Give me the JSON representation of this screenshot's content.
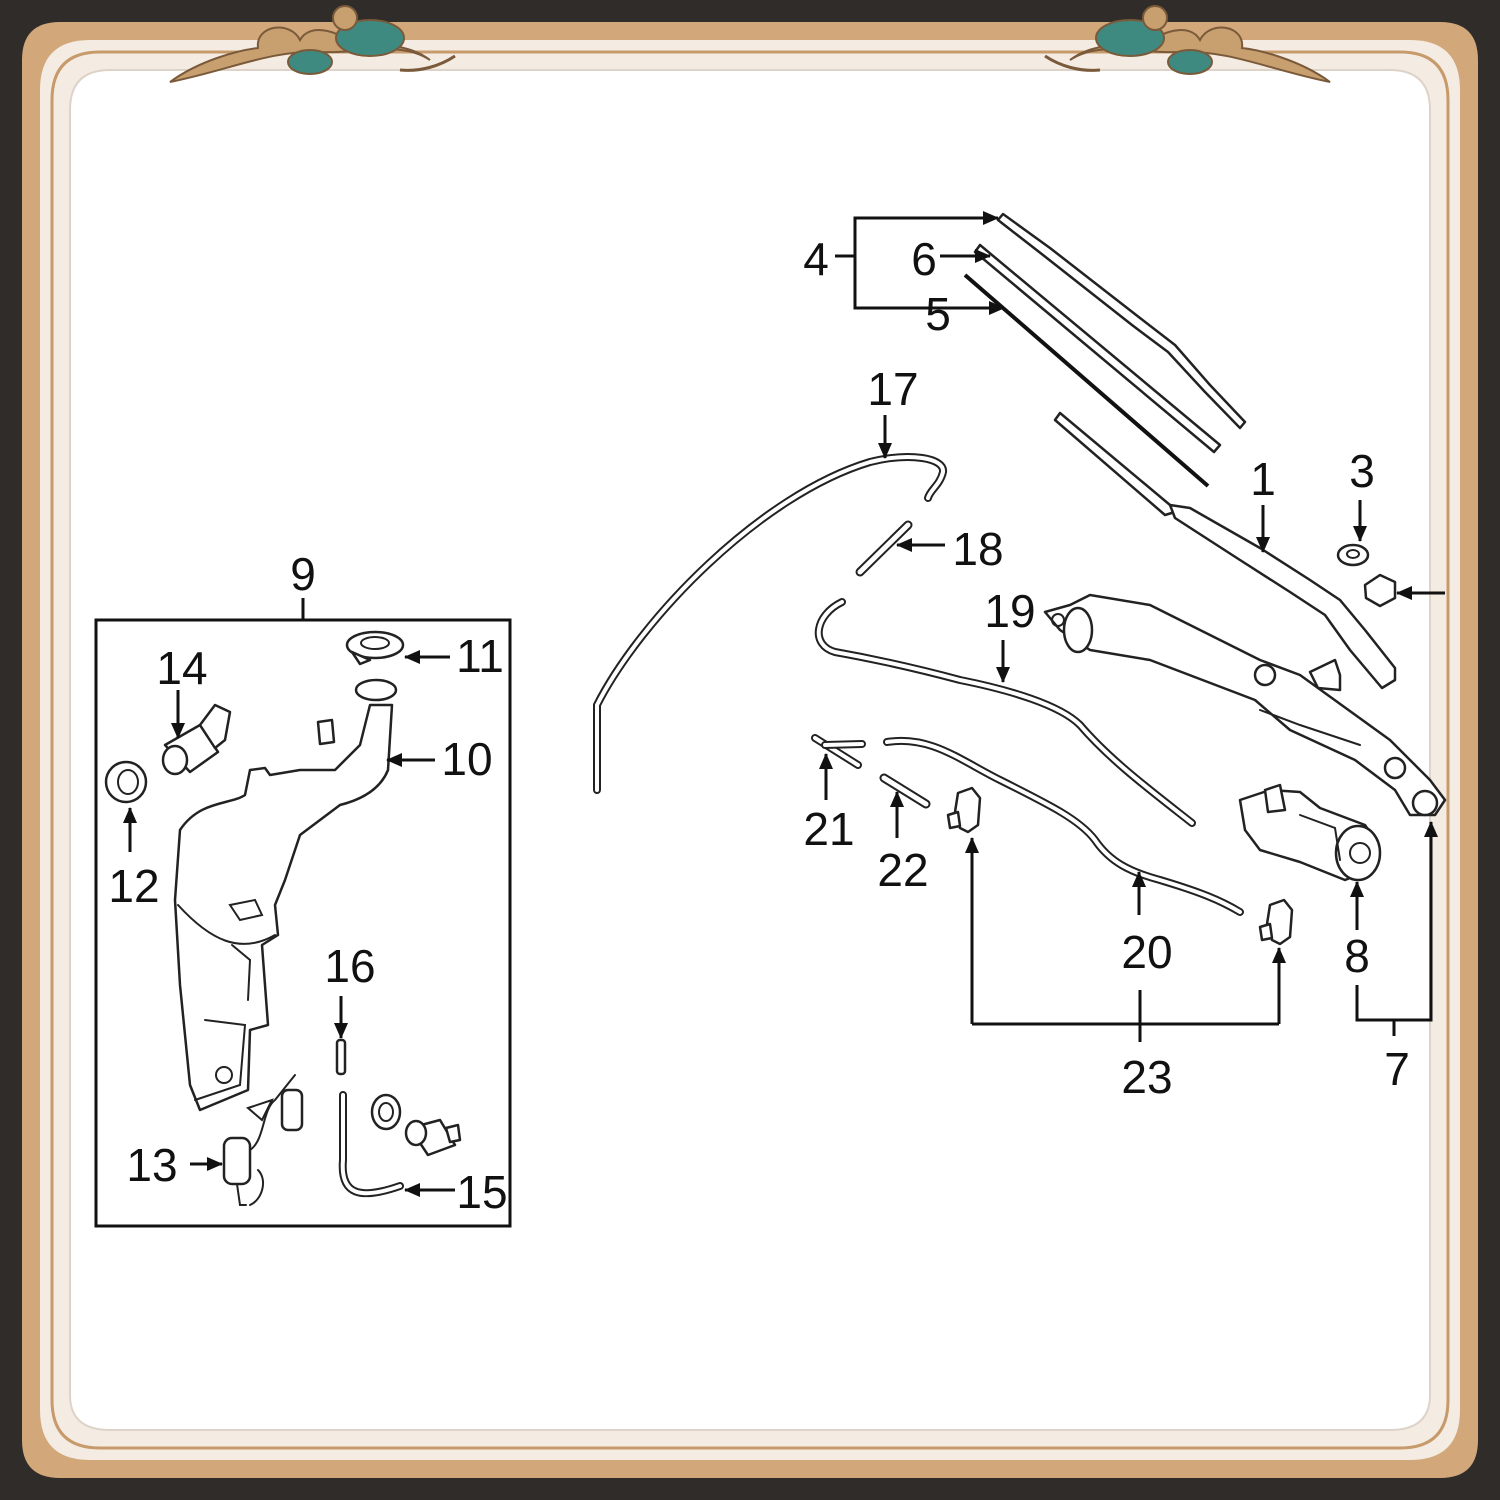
{
  "colors": {
    "frame_dark": "#2f2c2a",
    "frame_gold": "#d2a77a",
    "frame_inner": "#f4ece2",
    "ornament_teal": "#3e8a80",
    "ornament_gold": "#c8a070",
    "panel": "#ffffff",
    "ink": "#111111"
  },
  "callouts": {
    "c1": "1",
    "c3": "3",
    "c4": "4",
    "c5": "5",
    "c6": "6",
    "c7": "7",
    "c8": "8",
    "c9": "9",
    "c10": "10",
    "c11": "11",
    "c12": "12",
    "c13": "13",
    "c14": "14",
    "c15": "15",
    "c16": "16",
    "c17": "17",
    "c18": "18",
    "c19": "19",
    "c20": "20",
    "c21": "21",
    "c22": "22",
    "c23": "23"
  },
  "icons": [
    "ornament-left-icon",
    "ornament-right-icon"
  ]
}
